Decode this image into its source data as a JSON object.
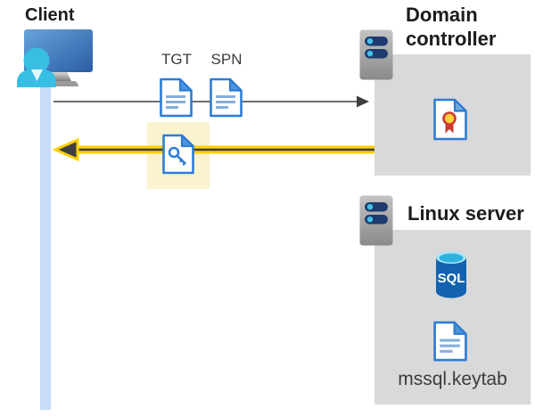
{
  "client": {
    "label": "Client"
  },
  "tickets": {
    "tgt_label": "TGT",
    "spn_label": "SPN"
  },
  "domain_controller": {
    "label": "Domain controller"
  },
  "linux_server": {
    "label": "Linux server",
    "database_label": "SQL",
    "keytab_label": "mssql.keytab"
  },
  "icons": {
    "client": "user-workstation-icon",
    "tgt": "document-icon",
    "spn": "document-icon",
    "key_ticket": "key-document-icon",
    "domain_controller": "server-icon",
    "certificate": "certificate-icon",
    "linux_server": "server-icon",
    "database": "sql-database-icon",
    "keytab": "document-icon",
    "request": "right-arrow",
    "response": "left-arrow-highlighted"
  },
  "colors": {
    "box_gray": "#D9D9D9",
    "highlight_yellow": "#FAF3CF",
    "lifeline_blue": "#C7DCF7",
    "arrow_yellow": "#FFD100",
    "arrow_dark": "#3F3F3F",
    "line_gray": "#595959",
    "doc_blue": "#2E7CD6",
    "doc_fold_blue": "#4E94DC",
    "doc_line_blue": "#85AEDE",
    "cert_red": "#CE3A32",
    "cert_gold": "#FFD23B",
    "sql_blue": "#1262B0",
    "sql_cyan": "#2FB1E0",
    "server_slot_navy": "#1E3A6E",
    "server_dot_cyan": "#45C0E8",
    "person_cyan": "#38BEE3",
    "text_dark": "#1C1C1C",
    "text_mid": "#3C3C3C"
  }
}
